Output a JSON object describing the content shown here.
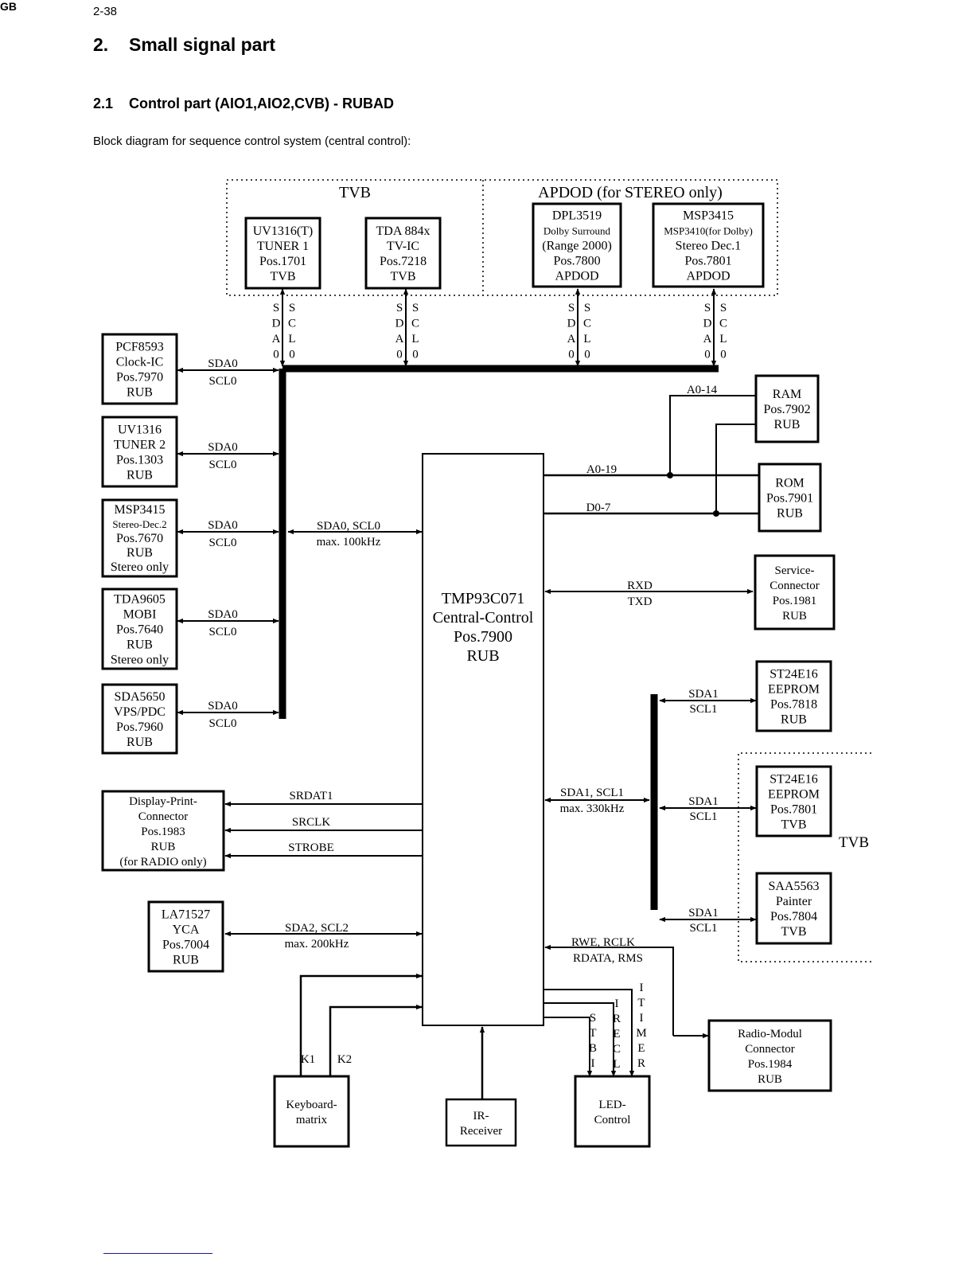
{
  "page": {
    "number": "2-38",
    "section_number": "2.",
    "section_title": "Small signal part",
    "subsection_number": "2.1",
    "subsection_title": "Control part (AIO1,AIO2,CVB) - RUBAD",
    "caption": "Block diagram for sequence control system (central control):",
    "footer_code": "GB"
  },
  "groups": {
    "tvb_top": "TVB",
    "apdod_top": "APDOD (for STEREO only)",
    "tvb_right": "TVB"
  },
  "blocks": {
    "tuner1": [
      "UV1316(T)",
      "TUNER 1",
      "Pos.1701",
      "TVB"
    ],
    "tvic": [
      "TDA 884x",
      "TV-IC",
      "Pos.7218",
      "TVB"
    ],
    "dpl": [
      "DPL3519",
      "Dolby Surround",
      "(Range 2000)",
      "Pos.7800",
      "APDOD"
    ],
    "msp1": [
      "MSP3415",
      "MSP3410(for Dolby)",
      "Stereo Dec.1",
      "Pos.7801",
      "APDOD"
    ],
    "clock": [
      "PCF8593",
      "Clock-IC",
      "Pos.7970",
      "RUB"
    ],
    "tuner2": [
      "UV1316",
      "TUNER 2",
      "Pos.1303",
      "RUB"
    ],
    "msp2": [
      "MSP3415",
      "Stereo-Dec.2",
      "Pos.7670",
      "RUB",
      "Stereo only"
    ],
    "mobi": [
      "TDA9605",
      "MOBI",
      "Pos.7640",
      "RUB",
      "Stereo only"
    ],
    "vps": [
      "SDA5650",
      "VPS/PDC",
      "Pos.7960",
      "RUB"
    ],
    "display": [
      "Display-Print-",
      "Connector",
      "Pos.1983",
      "RUB",
      "(for RADIO only)"
    ],
    "yca": [
      "LA71527",
      "YCA",
      "Pos.7004",
      "RUB"
    ],
    "cpu": [
      "TMP93C071",
      "Central-Control",
      "Pos.7900",
      "RUB"
    ],
    "ram": [
      "RAM",
      "Pos.7902",
      "RUB"
    ],
    "rom": [
      "ROM",
      "Pos.7901",
      "RUB"
    ],
    "service": [
      "Service-",
      "Connector",
      "Pos.1981",
      "RUB"
    ],
    "eeprom_rub": [
      "ST24E16",
      "EEPROM",
      "Pos.7818",
      "RUB"
    ],
    "eeprom_tvb": [
      "ST24E16",
      "EEPROM",
      "Pos.7801",
      "TVB"
    ],
    "painter": [
      "SAA5563",
      "Painter",
      "Pos.7804",
      "TVB"
    ],
    "radio": [
      "Radio-Modul",
      "Connector",
      "Pos.1984",
      "RUB"
    ],
    "keyboard": [
      "Keyboard-",
      "matrix"
    ],
    "ir": [
      "IR-",
      "Receiver"
    ],
    "led": [
      "LED-",
      "Control"
    ]
  },
  "signals": {
    "sda0": "SDA0",
    "scl0": "SCL0",
    "sda0_vert": [
      "S",
      "D",
      "A",
      "0"
    ],
    "scl0_vert": [
      "S",
      "C",
      "L",
      "0"
    ],
    "i2c0_main": "SDA0, SCL0",
    "i2c0_speed": "max. 100kHz",
    "a0_14": "A0-14",
    "a0_19": "A0-19",
    "d0_7": "D0-7",
    "rxd": "RXD",
    "txd": "TXD",
    "sda1": "SDA1",
    "scl1": "SCL1",
    "i2c1_main": "SDA1, SCL1",
    "i2c1_speed": "max. 330kHz",
    "srdat1": "SRDAT1",
    "srclk": "SRCLK",
    "strobe": "STROBE",
    "i2c2_main": "SDA2, SCL2",
    "i2c2_speed": "max. 200kHz",
    "radio_sig1": "RWE, RCLK",
    "radio_sig2": "RDATA, RMS",
    "k1": "K1",
    "k2": "K2",
    "stbi_vert": [
      "S",
      "T",
      "B",
      "I"
    ],
    "irecl_vert": [
      "I",
      "R",
      "E",
      "C",
      "L"
    ],
    "itimer_vert": [
      "I",
      "T",
      "I",
      "M",
      "E",
      "R"
    ]
  }
}
